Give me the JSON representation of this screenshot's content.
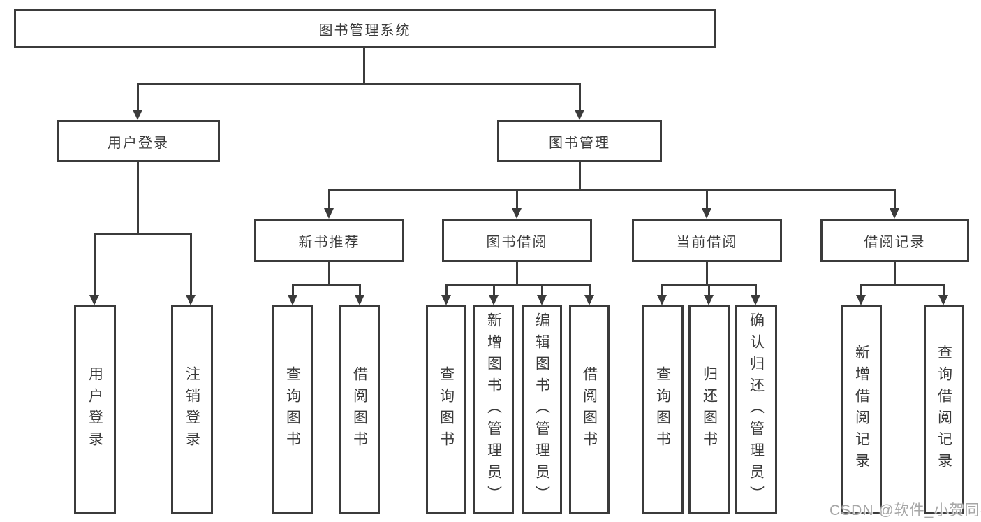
{
  "tree": {
    "root": "图书管理系统",
    "branches": [
      {
        "label": "用户登录",
        "children": [
          "用户登录",
          "注销登录"
        ]
      },
      {
        "label": "图书管理",
        "groups": [
          {
            "label": "新书推荐",
            "children": [
              "查询图书",
              "借阅图书"
            ]
          },
          {
            "label": "图书借阅",
            "children": [
              "查询图书",
              "新增图书（管理员）",
              "编辑图书（管理员）",
              "借阅图书"
            ]
          },
          {
            "label": "当前借阅",
            "children": [
              "查询图书",
              "归还图书",
              "确认归还（管理员）"
            ]
          },
          {
            "label": "借阅记录",
            "children": [
              "新增借阅记录",
              "查询借阅记录"
            ]
          }
        ]
      }
    ]
  },
  "watermark": {
    "text": "CSDN @软件_小贺同学"
  },
  "colors": {
    "line": "#3b3b3b",
    "text": "#3a3a3a",
    "watermark": "#a6a6a6",
    "background": "#ffffff"
  }
}
